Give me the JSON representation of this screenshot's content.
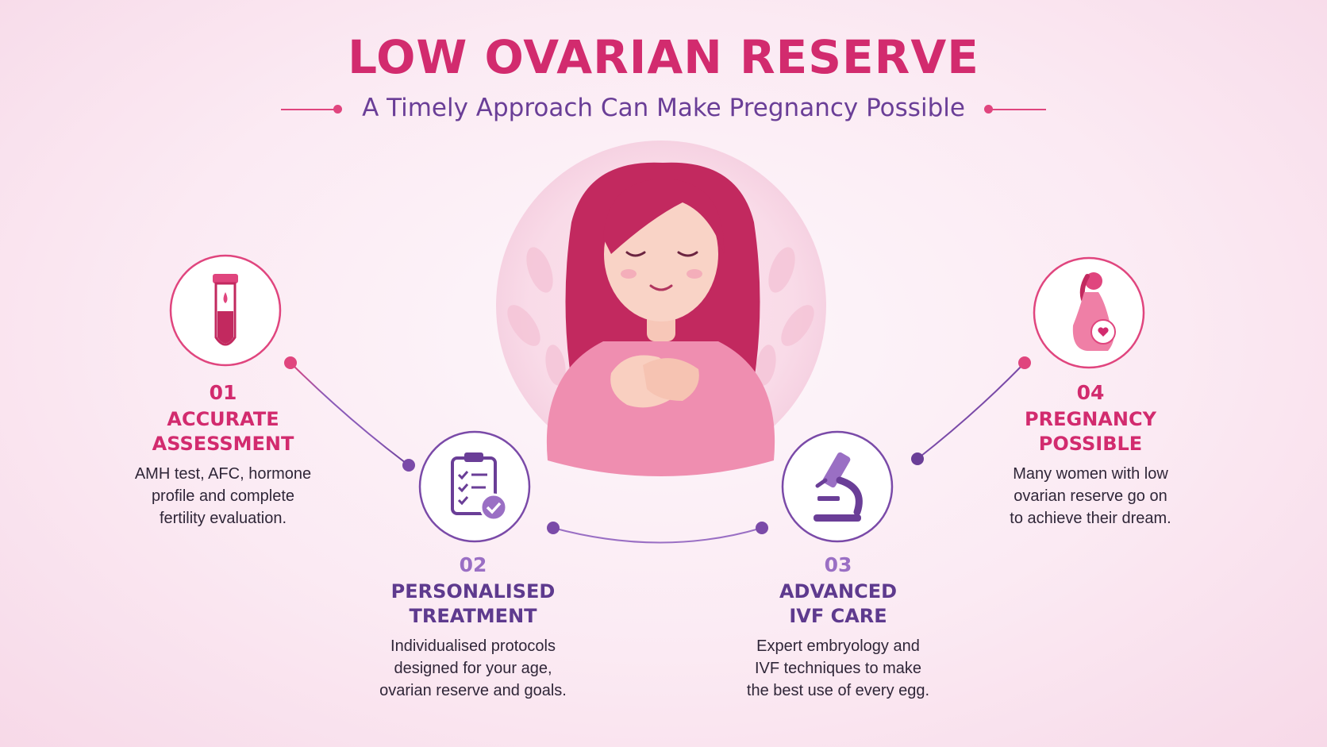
{
  "title": "LOW OVARIAN RESERVE",
  "subtitle": "A Timely Approach Can Make Pregnancy Possible",
  "colors": {
    "pink": "#d22b6e",
    "purple": "#5e3a8e",
    "light_purple": "#9a6fc4",
    "text": "#2f2638"
  },
  "steps": [
    {
      "number": "01",
      "heading_line1": "ACCURATE",
      "heading_line2": "ASSESSMENT",
      "desc_line1": "AMH test, AFC, hormone",
      "desc_line2": "profile and complete",
      "desc_line3": "fertility evaluation.",
      "icon": "test-tube-icon"
    },
    {
      "number": "02",
      "heading_line1": "PERSONALISED",
      "heading_line2": "TREATMENT",
      "desc_line1": "Individualised protocols",
      "desc_line2": "designed for your age,",
      "desc_line3": "ovarian reserve and goals.",
      "icon": "clipboard-check-icon"
    },
    {
      "number": "03",
      "heading_line1": "ADVANCED",
      "heading_line2": "IVF CARE",
      "desc_line1": "Expert embryology and",
      "desc_line2": "IVF techniques to make",
      "desc_line3": "the best use of every egg.",
      "icon": "microscope-icon"
    },
    {
      "number": "04",
      "heading_line1": "PREGNANCY",
      "heading_line2": "POSSIBLE",
      "desc_line1": "Many women with low",
      "desc_line2": "ovarian reserve go on",
      "desc_line3": "to achieve their dream.",
      "icon": "pregnant-woman-icon"
    }
  ]
}
